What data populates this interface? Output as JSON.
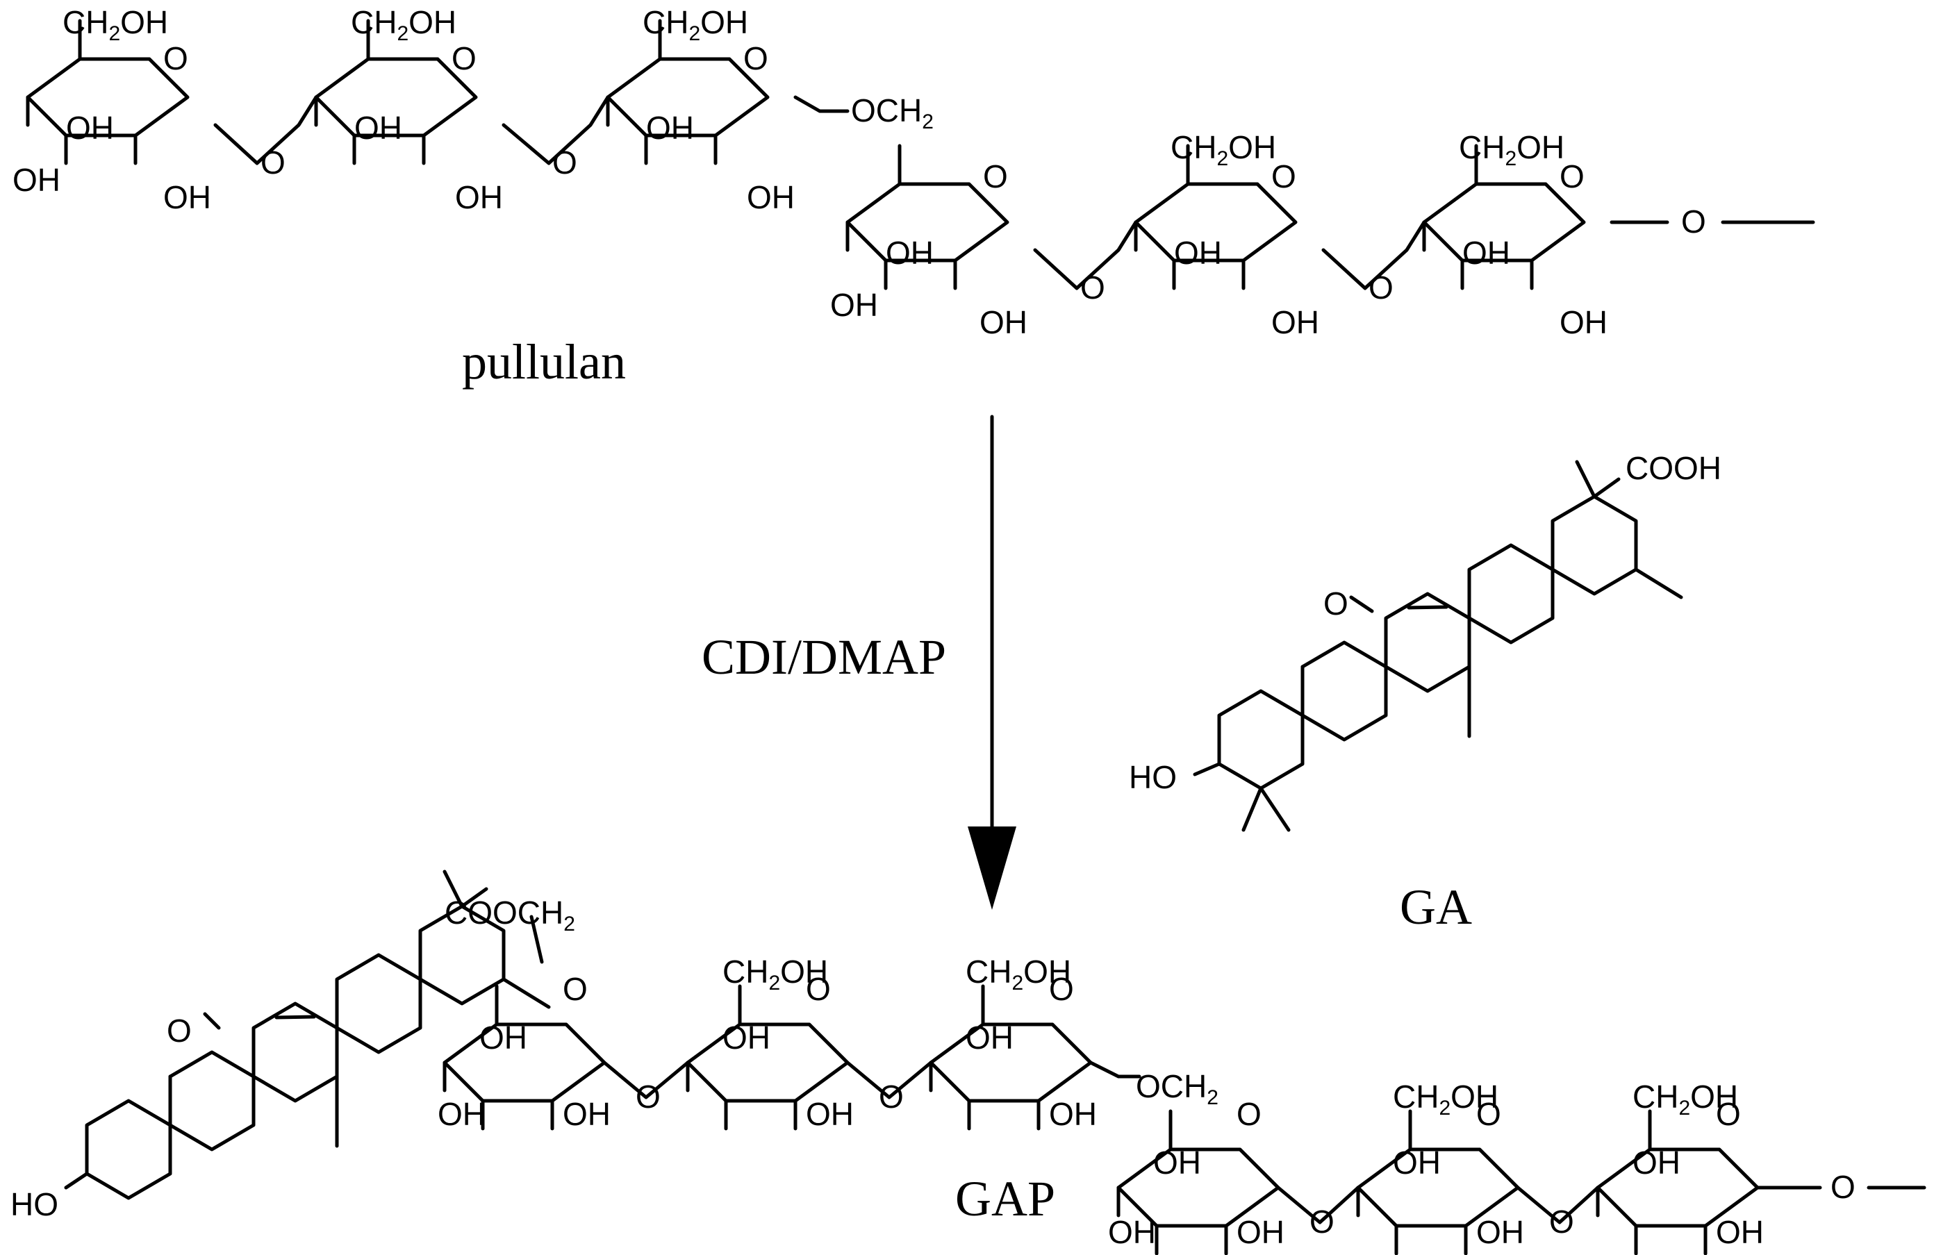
{
  "reaction": {
    "reagents": "CDI/DMAP",
    "arrow_direction": "down"
  },
  "compounds": {
    "pullulan": {
      "label": "pullulan"
    },
    "ga": {
      "label": "GA"
    },
    "gap": {
      "label": "GAP"
    }
  },
  "groups": {
    "ch2oh": {
      "main": "CH",
      "sub": "2",
      "tail": "OH"
    },
    "och2": {
      "main": "OCH",
      "sub": "2"
    },
    "cooch2": {
      "main": "COOCH",
      "sub": "2"
    },
    "oh": "OH",
    "ho": "HO",
    "o": "O",
    "cooh": "COOH",
    "ketone_o": "O"
  }
}
